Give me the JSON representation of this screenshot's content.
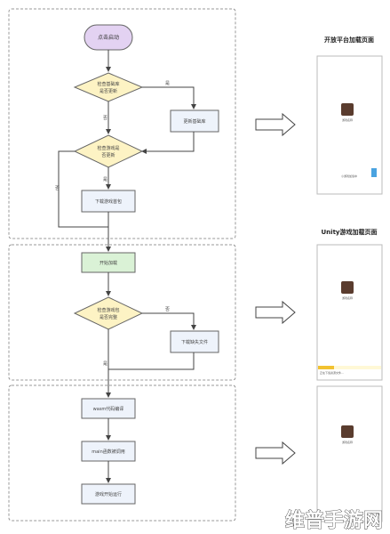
{
  "flow": {
    "start": "点击启动",
    "check_base_lib": [
      "检查基础库",
      "是否更新"
    ],
    "update_base_lib": "更新基础库",
    "check_game_pkg": [
      "检查游戏是",
      "否更新"
    ],
    "download_game_pkg": "下载游戏首包",
    "start_loading": "开始加载",
    "check_pkg_complete": [
      "检查游戏包",
      "是否完整"
    ],
    "download_missing": "下载缺失文件",
    "wasm_compile": "wasm代码编译",
    "main_call": "main函数被调用",
    "game_start": "游戏开始运行",
    "yes": "是",
    "no": "否"
  },
  "panels": {
    "platform_title": "开放平台加载页面",
    "unity_title": "Unity游戏加载页面",
    "game_label": "游戏名称",
    "footer_note": "小游戏加载中",
    "progress_note": "正在下载资源文件…"
  },
  "watermark": "维普手游网"
}
